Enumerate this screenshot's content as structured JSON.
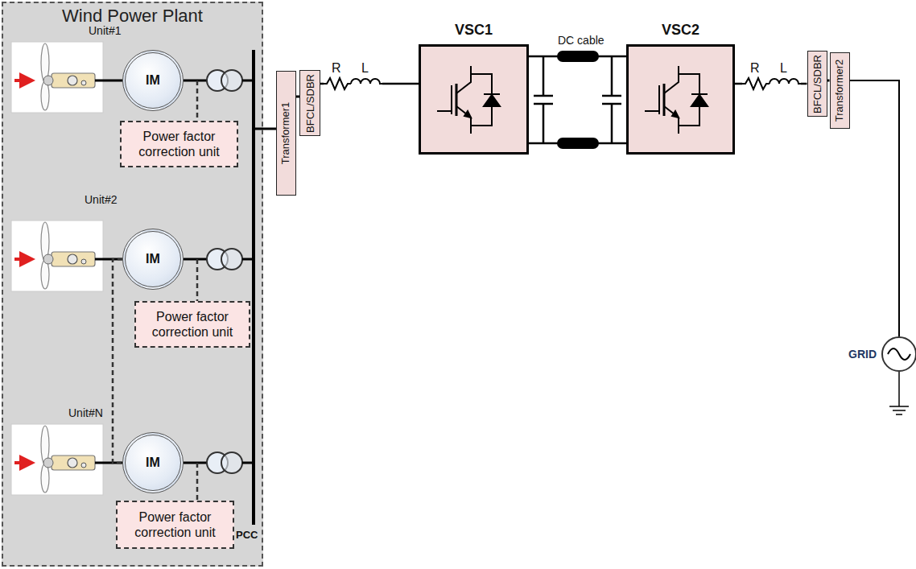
{
  "diagram": {
    "nodes": [
      {
        "text": [
          "Wind Power Plant"
        ]
      },
      {
        "text": [
          "IM"
        ],
        "in": 0
      },
      {
        "text": [
          "Power factor correction unit"
        ],
        "in": 0
      },
      {
        "text": [
          "IM"
        ],
        "in": 0
      },
      {
        "text": [
          "Power factor correction unit"
        ],
        "in": 0
      },
      {
        "text": [
          "IM"
        ],
        "in": 0
      },
      {
        "text": [
          "Power factor correction unit"
        ],
        "in": 0
      },
      {
        "text": [
          "Transformer1"
        ]
      },
      {
        "text": [
          "BFCL/SDBR"
        ]
      },
      {
        "text": [
          "VSC1"
        ]
      },
      {
        "text": [
          "VSC2"
        ]
      },
      {
        "text": [
          "BFCL/SDBR"
        ]
      },
      {
        "text": [
          "Transformer2"
        ]
      },
      {
        "text": [
          "GRID"
        ]
      }
    ],
    "edges": [
      {
        "from": 3,
        "to": 5,
        "arrow": "none"
      },
      {
        "from": 7,
        "to": 8,
        "arrow": "none"
      },
      {
        "from": 8,
        "to": 9,
        "arrow": "none"
      },
      {
        "from": 9,
        "to": 10,
        "arrow": "none"
      },
      {
        "from": 10,
        "to": 11,
        "arrow": "none"
      },
      {
        "from": 11,
        "to": 12,
        "arrow": "none"
      },
      {
        "from": 12,
        "to": 13,
        "arrow": "none"
      }
    ],
    "labels": [
      "Unit#1",
      "Unit#2",
      "Unit#N",
      "PCC",
      "R",
      "L",
      "DC cable",
      "R",
      "L"
    ]
  }
}
